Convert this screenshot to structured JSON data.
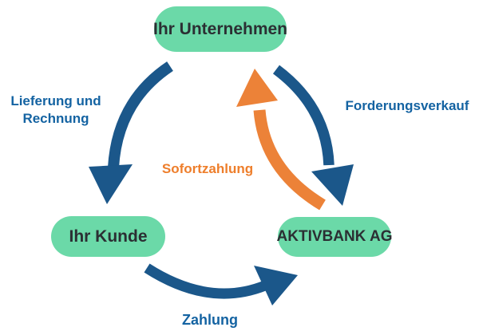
{
  "nodes": {
    "unternehmen": {
      "label": "Ihr Unternehmen"
    },
    "kunde": {
      "label": "Ihr Kunde"
    },
    "aktivbank": {
      "label": "AKTIVBANK AG"
    }
  },
  "flows": {
    "lieferung_rechnung": {
      "label_line1": "Lieferung und",
      "label_line2": "Rechnung",
      "from": "Ihr Unternehmen",
      "to": "Ihr Kunde"
    },
    "forderungsverkauf": {
      "label": "Forderungsverkauf",
      "from": "Ihr Unternehmen",
      "to": "AKTIVBANK AG"
    },
    "sofortzahlung": {
      "label": "Sofortzahlung",
      "from": "AKTIVBANK AG",
      "to": "Ihr Unternehmen"
    },
    "zahlung": {
      "label": "Zahlung",
      "from": "Ihr Kunde",
      "to": "AKTIVBANK AG"
    }
  },
  "colors": {
    "node_fill": "#6BD9A8",
    "node_text": "#2B2F33",
    "arrow_blue": "#1B578A",
    "arrow_orange": "#EC8238",
    "label_blue": "#1463A2",
    "label_orange": "#EE7E2B",
    "background": "#FFFFFF"
  }
}
